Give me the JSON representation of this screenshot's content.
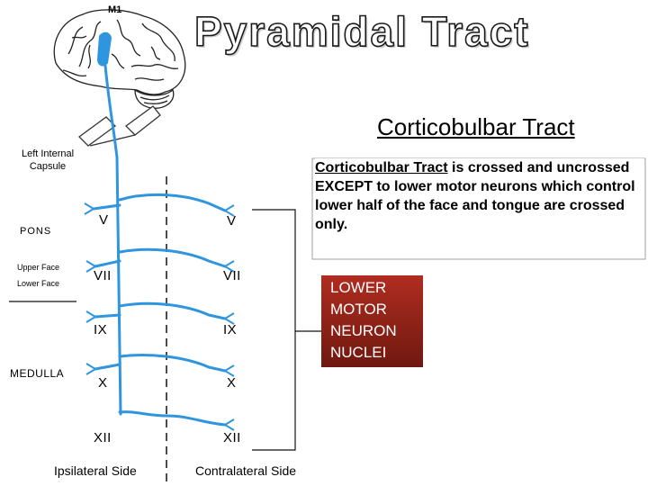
{
  "title": "Pyramidal Tract",
  "subtitle": "Corticobulbar Tract",
  "area_label": "M1",
  "internal_capsule_label": "Left Internal Capsule",
  "brainstem": {
    "pons": "PONS",
    "upper_face": "Upper Face",
    "lower_face": "Lower Face",
    "medulla": "MEDULLA"
  },
  "nuclei": [
    "V",
    "VII",
    "IX",
    "X",
    "XII"
  ],
  "sides": {
    "ipsilateral": "Ipsilateral Side",
    "contralateral": "Contralateral Side"
  },
  "description": {
    "tract_name": "Corticobulbar Tract",
    "line1_rest": " is crossed and uncrossed",
    "line2": "EXCEPT to lower motor neurons which control lower half of the face and tongue are crossed only."
  },
  "lmn_box": "LOWER\nMOTOR\nNEURON\nNUCLEI",
  "colors": {
    "tract": "#2e95de",
    "lmn_box": "#a02a1e",
    "lmn_text": "#ffffff",
    "title_outline": "#1a1a1a"
  }
}
